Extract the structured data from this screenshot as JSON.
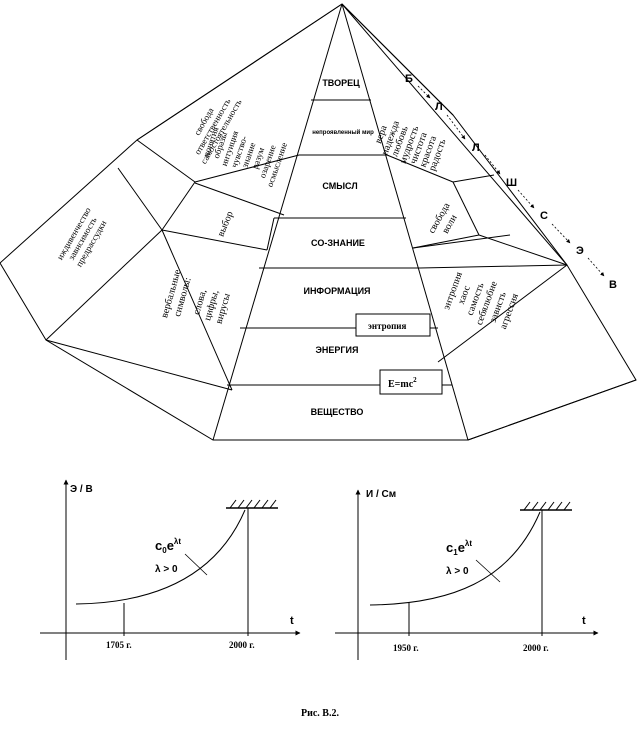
{
  "pyramid": {
    "central_levels": [
      "ТВОРЕЦ",
      "непроявленный мир",
      "СМЫСЛ",
      "СО-ЗНАНИЕ",
      "ИНФОРМАЦИЯ",
      "ЭНЕРГИЯ",
      "ВЕЩЕСТВО"
    ],
    "box_entropy": "энтропия",
    "box_formula": "E=mc",
    "box_formula_sup": "2",
    "left_concepts": [
      "понятия",
      "образы",
      "интуиция",
      "чувство-",
      "знание",
      "разум",
      "озарение",
      "осмысление"
    ],
    "left_choice": "выбор",
    "left_verbal": [
      "вербальные",
      "символы:",
      "",
      "слова,",
      "цифры,",
      "вирусы"
    ],
    "left_freedom": [
      "свобода",
      "ответственность",
      "самостоятельность"
    ],
    "left_outer": [
      "иждивенчество",
      "зависимость",
      "предрассудки"
    ],
    "right_values": [
      "вера",
      "надежда",
      "любовь",
      "мудрость",
      "чистота",
      "красота",
      "радость"
    ],
    "right_freedom": [
      "свобода",
      "воли"
    ],
    "right_entropy": [
      "энтропия",
      "хаос",
      "самость",
      "себялюбие",
      "зависть",
      "агрессия"
    ],
    "letter_sequence": [
      "Б",
      "Л",
      "Л",
      "Ш",
      "С",
      "Э",
      "В"
    ]
  },
  "graph_left": {
    "ylabel": "Э / В",
    "xlabel": "t",
    "formula_base": "c",
    "formula_sub": "0",
    "formula_e": "e",
    "formula_sup": "λt",
    "condition": "λ > 0",
    "tick1": "1705  г.",
    "tick2": "2000  г."
  },
  "graph_right": {
    "ylabel": "И / См",
    "xlabel": "t",
    "formula_base": "c",
    "formula_sub": "1",
    "formula_e": "e",
    "formula_sup": "λt",
    "condition": "λ > 0",
    "tick1": "1950  г.",
    "tick2": "2000  г."
  },
  "caption": "Рис. В.2."
}
